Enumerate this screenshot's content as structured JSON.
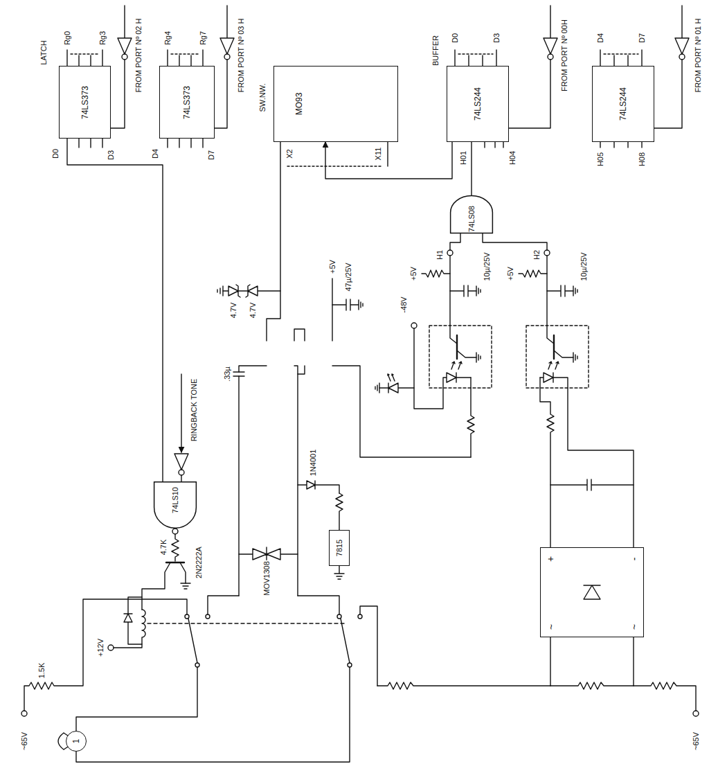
{
  "diagram": {
    "nodes": [
      {
        "text": [
          "LATCH",
          "74LS373"
        ]
      },
      {
        "text": [
          "74LS373"
        ]
      },
      {
        "text": [
          "SW.NW.",
          "MO93"
        ]
      },
      {
        "text": [
          "BUFFER",
          "74LS244"
        ]
      },
      {
        "text": [
          "74LS244"
        ]
      },
      {
        "text": [
          "74LS08"
        ]
      },
      {
        "text": [
          "74LS10"
        ]
      },
      {
        "text": [
          "7815"
        ]
      },
      {
        "text": [
          "1"
        ]
      },
      {
        "text": [
          "+",
          "-",
          "~",
          "~"
        ]
      }
    ],
    "edges": [
      {
        "from": 0,
        "to": 6,
        "arrow": "none"
      },
      {
        "from": 5,
        "to": 3,
        "arrow": "none"
      },
      {
        "from": 3,
        "to": 2,
        "arrow": "to"
      }
    ],
    "labels": [
      "Rg0",
      "Rg3",
      "FROM PORT Nº 02 H",
      "D0",
      "D3",
      "Rg4",
      "Rg7",
      "FROM PORT Nº 03 H",
      "D4",
      "D7",
      "X2",
      "X11",
      "D0",
      "D3",
      "FROM PORT Nº 00H",
      "H01",
      "H04",
      "D4",
      "D7",
      "FROM PORT Nº 01 H",
      "H05",
      "H08",
      "RINGBACK TONE",
      "4.7V",
      "4.7V",
      "+5V",
      "47µ/25V",
      ".33µ",
      "H1",
      "+5V",
      "10µ/25V",
      "-48V",
      "H2",
      "+5V",
      "10µ/25V",
      "MOV1308",
      "1N4001",
      "4.7K",
      "2N2222A",
      "+12V",
      "1.5K",
      "~65V",
      "~65V"
    ]
  }
}
